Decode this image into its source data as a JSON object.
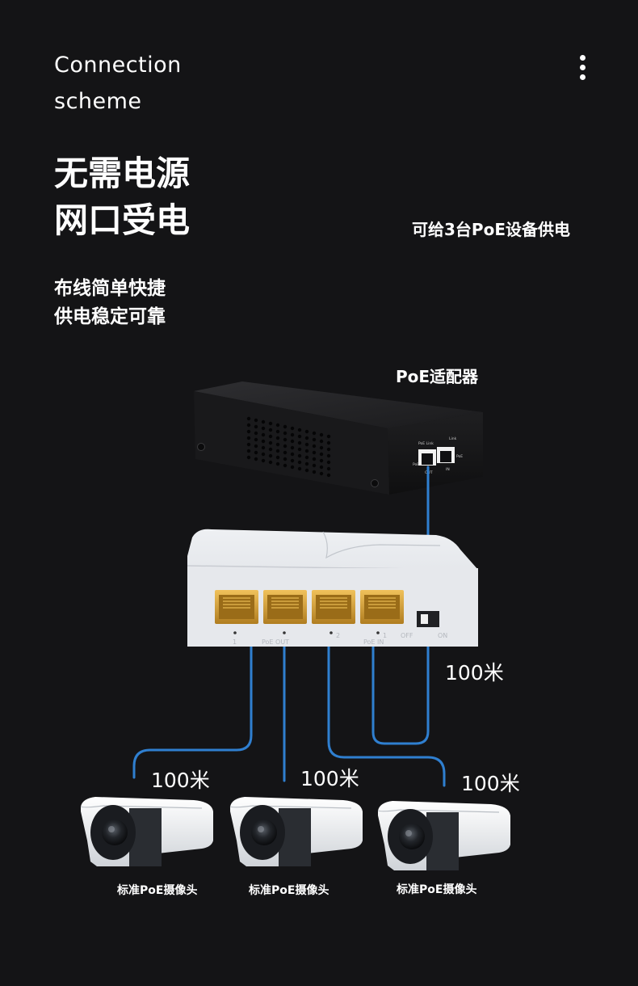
{
  "header": {
    "section_title_line1": "Connection",
    "section_title_line2": "scheme",
    "menu_icon": "more-vertical-icon"
  },
  "headline": {
    "line1": "无需电源",
    "line2": "网口受电"
  },
  "subtitle": {
    "line1": "布线简单快捷",
    "line2": "供电稳定可靠"
  },
  "capacity_text": "可给3台PoE设备供电",
  "diagram": {
    "adapter_label": "PoE适配器",
    "adapter_port_labels": [
      "PoE Link",
      "Link",
      "PoE",
      "PoE",
      "IN",
      "OUT"
    ],
    "splitter_port_labels": [
      "1",
      "PoE OUT",
      "2",
      "1",
      "PoE IN",
      "OFF",
      "ON"
    ],
    "distances": [
      "100米",
      "100米",
      "100米",
      "100米"
    ],
    "camera_labels": [
      "标准PoE摄像头",
      "标准PoE摄像头",
      "标准PoE摄像头"
    ],
    "colors": {
      "background": "#141416",
      "cable": "#2f7fd0",
      "adapter_body": "#1c1c1e",
      "splitter_body": "#dfe1e6",
      "rj45_gold": "#d9a43c",
      "camera_body": "#eceef0"
    }
  }
}
